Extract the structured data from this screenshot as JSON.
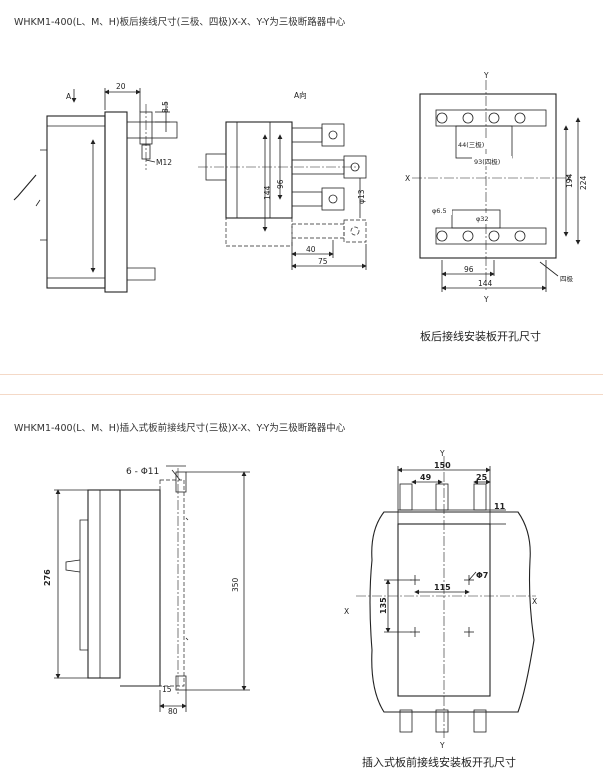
{
  "section1": {
    "title": "WHKM1-400(L、M、H)板后接线尺寸(三极、四极)X-X、Y-Y为三极断路器中心",
    "caption": "板后接线安装板开孔尺寸",
    "side_view": {
      "view_arrow": "A",
      "dim_top": "20",
      "dim_right": "8.5",
      "thread": "M12"
    },
    "a_view": {
      "title": "A向",
      "dim_144": "144",
      "dim_96": "96",
      "dim_40": "40",
      "dim_75": "75",
      "dim_phi13": "φ13"
    },
    "panel": {
      "axis_x_left": "X",
      "axis_x_right": "X",
      "axis_y_top": "Y",
      "axis_y_bottom": "Y",
      "dim_44": "44(三极)",
      "dim_93": "93(四极)",
      "dim_phi65": "φ6.5",
      "dim_phi32": "φ32",
      "dim_96": "96",
      "dim_144": "144",
      "dim_194": "194",
      "dim_224": "224",
      "four_pole": "四极"
    }
  },
  "section2": {
    "title": "WHKM1-400(L、M、H)插入式板前接线尺寸(三极)X-X、Y-Y为三极断路器中心",
    "caption": "插入式板前接线安装板开孔尺寸",
    "side_view": {
      "holes": "6 - Φ11",
      "dim_276": "276",
      "dim_350": "350",
      "dim_15": "15",
      "dim_80": "80"
    },
    "panel": {
      "axis_y_top": "Y",
      "axis_y_bottom": "Y",
      "axis_x_left": "X",
      "axis_x_right": "X",
      "dim_150": "150",
      "dim_49": "49",
      "dim_25": "25",
      "dim_11": "11",
      "dim_phi7": "Φ7",
      "dim_115": "115",
      "dim_135": "135"
    }
  }
}
